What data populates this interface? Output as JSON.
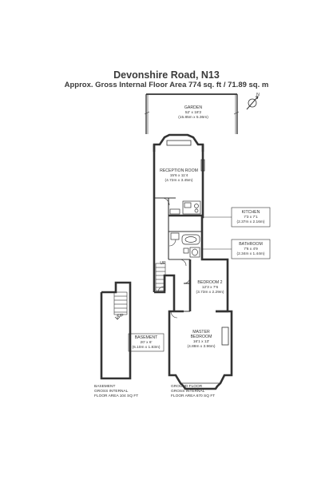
{
  "header": {
    "title": "Devonshire Road, N13",
    "subtitle": "Approx. Gross Internal Floor Area 774 sq. ft / 71.89 sq. m"
  },
  "rooms": {
    "garden": {
      "name": "GARDEN",
      "imperial": "52' x 18'2",
      "metric": "(15.85m x 5.36m)"
    },
    "reception": {
      "name": "RECEPTION ROOM",
      "imperial": "15'6 x 11'4",
      "metric": "(4.72m x 3.45m)"
    },
    "kitchen": {
      "name": "KITCHEN",
      "imperial": "7'3 x 7'1",
      "metric": "(2.37m x 2.16m)"
    },
    "bathroom": {
      "name": "BATHROOM",
      "imperial": "7'6 x 4'9",
      "metric": "(2.34m x 1.44m)"
    },
    "bedroom2": {
      "name": "BEDROOM 2",
      "imperial": "12'3 x 7'6",
      "metric": "(3.73m x 2.29m)"
    },
    "master": {
      "name": "MASTER",
      "name2": "BEDROOM",
      "imperial": "16'1 x 13'",
      "metric": "(4.88m x 3.96m)"
    },
    "basement": {
      "name": "BASEMENT",
      "imperial": "20' x 6'",
      "metric": "(6.10m x 1.83m)"
    }
  },
  "stairs": {
    "up1": "UP",
    "up2": "UP"
  },
  "compass": {
    "label": "N"
  },
  "floors": {
    "basement": {
      "line1": "BASEMENT",
      "line2": "GROSS INTERNAL",
      "line3": "FLOOR AREA 104 SQ FT"
    },
    "ground": {
      "line1": "GROUND FLOOR",
      "line2": "GROSS INTERNAL",
      "line3": "FLOOR AREA 670 SQ FT"
    }
  }
}
